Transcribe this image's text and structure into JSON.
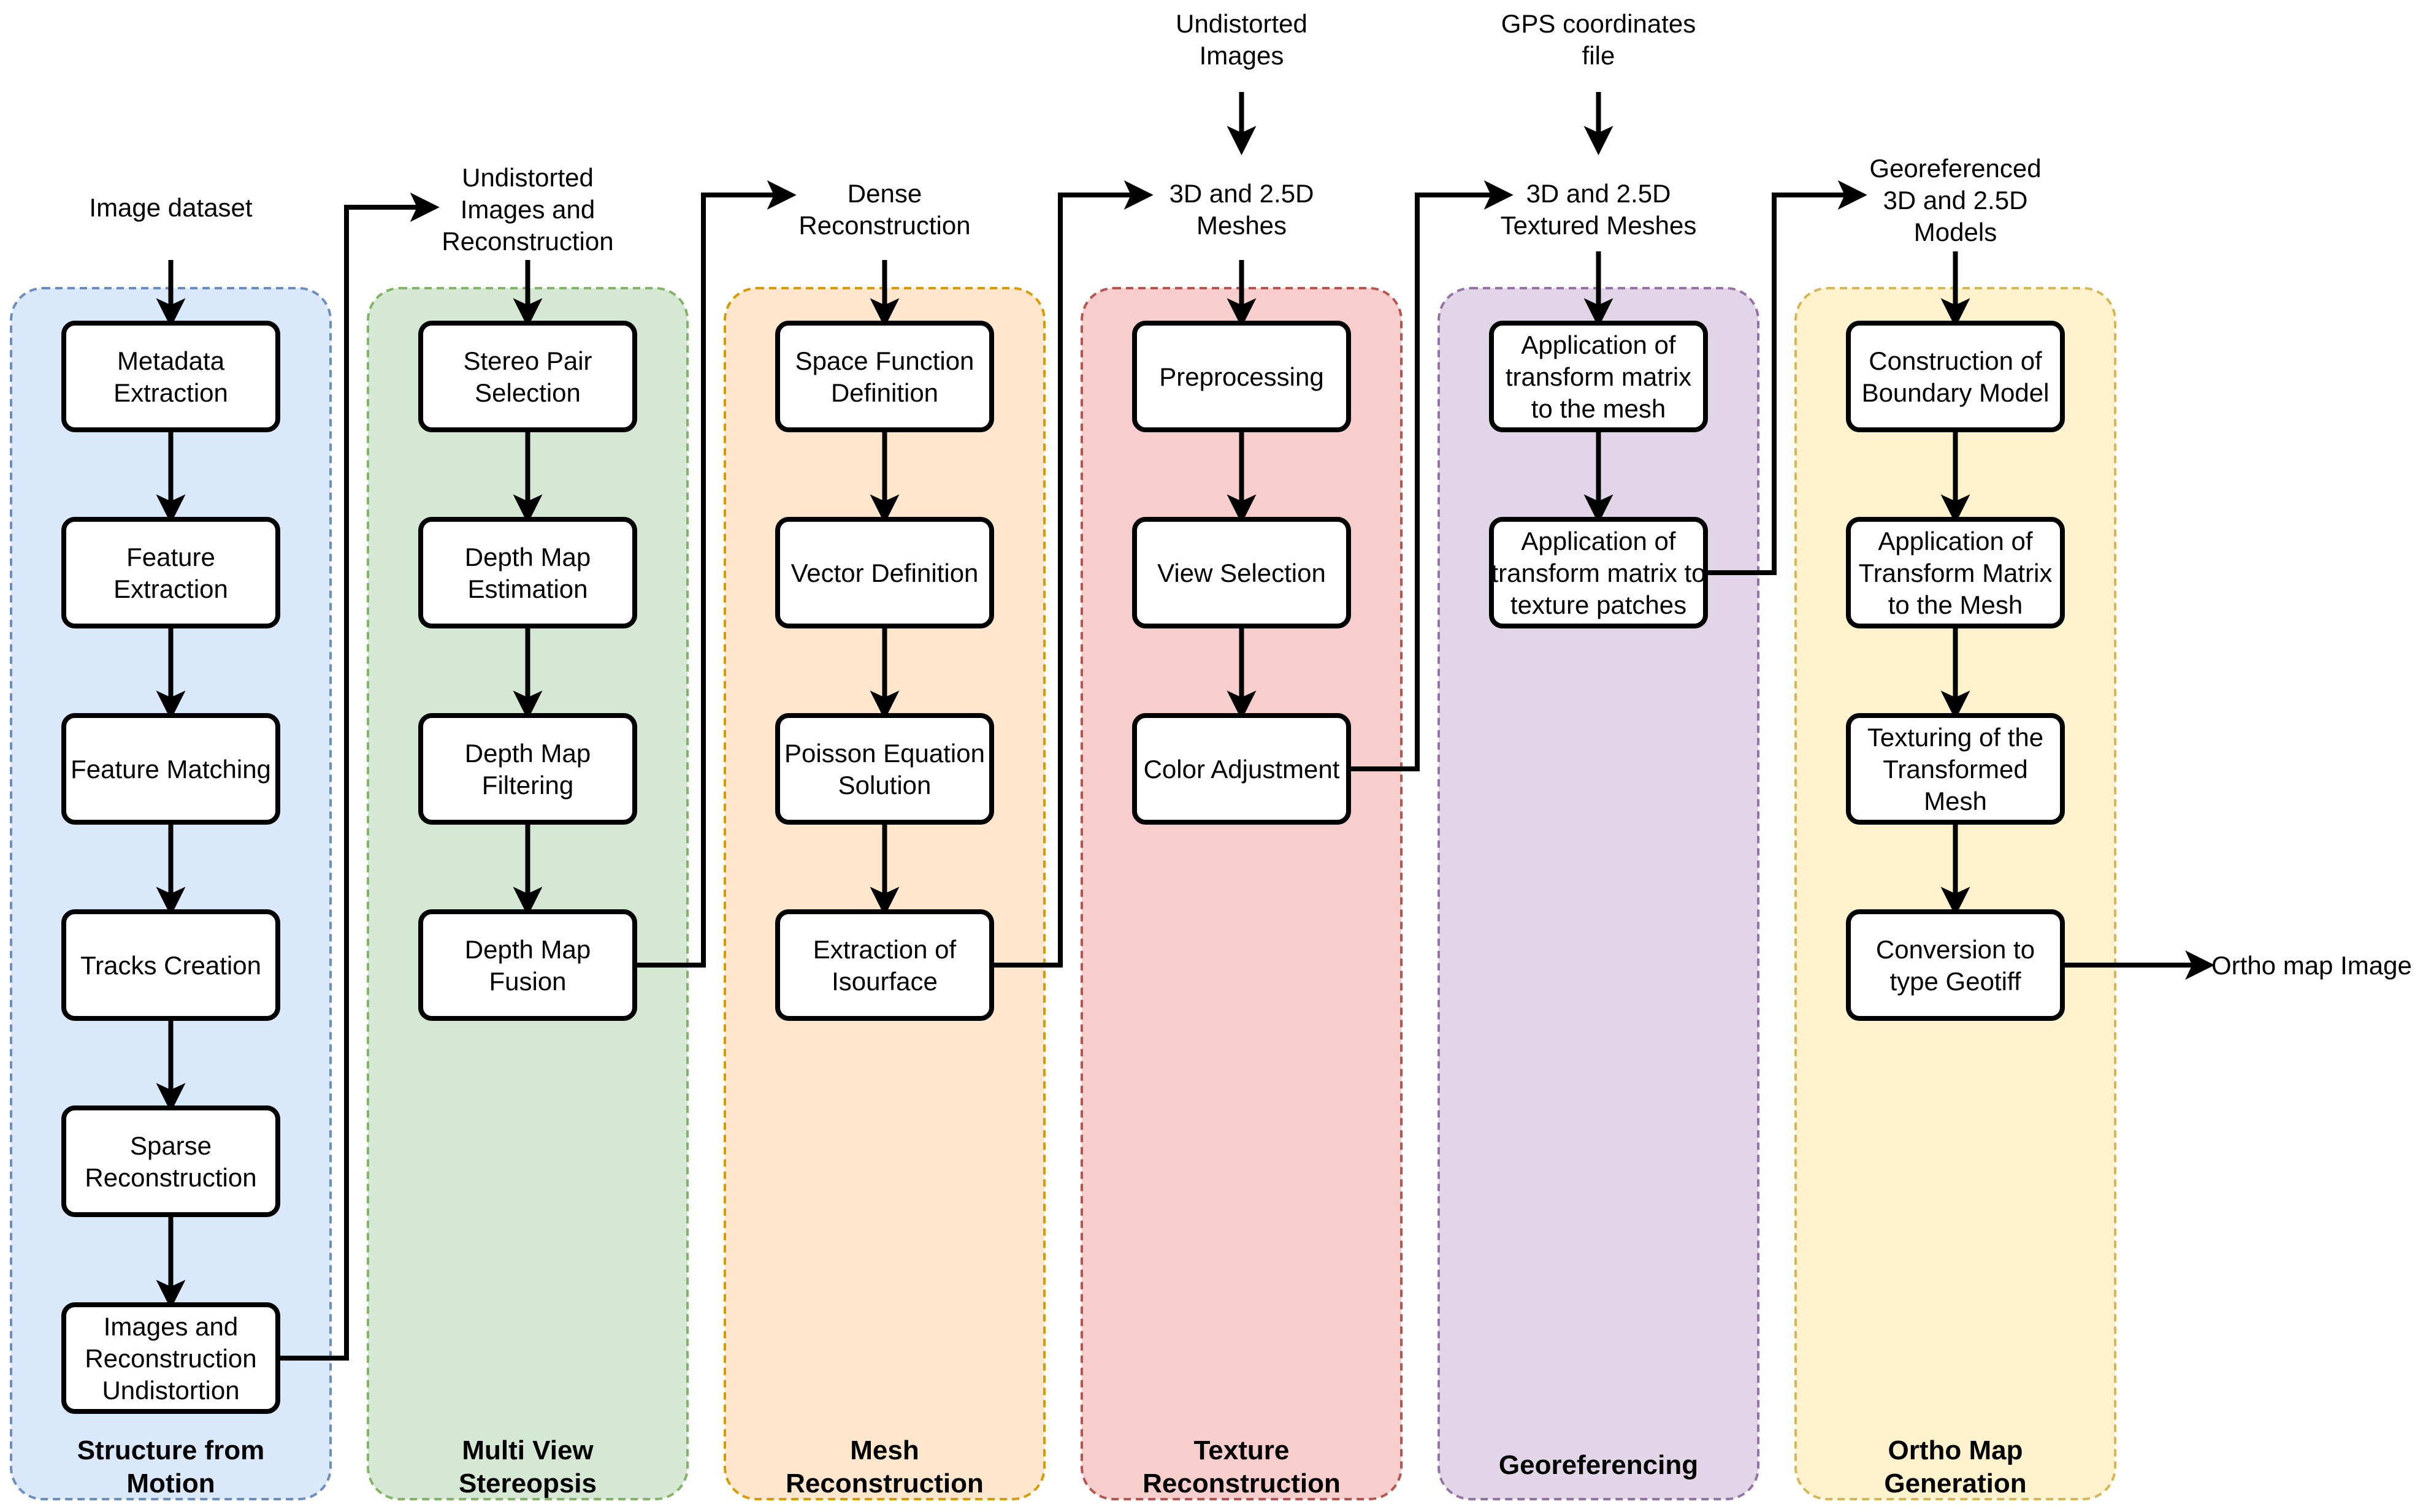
{
  "lanes": [
    {
      "id": "sfm",
      "title": [
        "Structure from",
        "Motion"
      ],
      "fill": "#dae8fc",
      "stroke": "#6c8ebf",
      "input_label": [
        "Image dataset"
      ],
      "steps": [
        [
          "Metadata",
          "Extraction"
        ],
        [
          "Feature",
          "Extraction"
        ],
        [
          "Feature Matching"
        ],
        [
          "Tracks Creation"
        ],
        [
          "Sparse",
          "Reconstruction"
        ],
        [
          "Images and",
          "Reconstruction",
          "Undistortion"
        ]
      ]
    },
    {
      "id": "mvs",
      "title": [
        "Multi View",
        "Stereopsis"
      ],
      "fill": "#d5e8d4",
      "stroke": "#82b366",
      "input_label": [
        "Undistorted",
        "Images and",
        "Reconstruction"
      ],
      "steps": [
        [
          "Stereo Pair",
          "Selection"
        ],
        [
          "Depth Map",
          "Estimation"
        ],
        [
          "Depth Map",
          "Filtering"
        ],
        [
          "Depth Map",
          "Fusion"
        ]
      ]
    },
    {
      "id": "mesh",
      "title": [
        "Mesh",
        "Reconstruction"
      ],
      "fill": "#ffe6cc",
      "stroke": "#d79b00",
      "input_label": [
        "Dense",
        "Reconstruction"
      ],
      "steps": [
        [
          "Space Function",
          "Definition"
        ],
        [
          "Vector Definition"
        ],
        [
          "Poisson Equation",
          "Solution"
        ],
        [
          "Extraction of",
          "Isourface"
        ]
      ]
    },
    {
      "id": "texture",
      "title": [
        "Texture",
        "Reconstruction"
      ],
      "fill": "#f8cecc",
      "stroke": "#b85450",
      "input_label": [
        "3D and 2.5D",
        "Meshes"
      ],
      "top_input_label": [
        "Undistorted",
        "Images"
      ],
      "steps": [
        [
          "Preprocessing"
        ],
        [
          "View Selection"
        ],
        [
          "Color Adjustment"
        ]
      ]
    },
    {
      "id": "geo",
      "title": [
        "Georeferencing"
      ],
      "fill": "#e1d5e7",
      "stroke": "#9673a6",
      "input_label": [
        "3D and 2.5D",
        "Textured Meshes"
      ],
      "top_input_label": [
        "GPS coordinates",
        "file"
      ],
      "steps": [
        [
          "Application of",
          "transform matrix",
          "to the mesh"
        ],
        [
          "Application of",
          "transform matrix to",
          "texture patches"
        ]
      ]
    },
    {
      "id": "ortho",
      "title": [
        "Ortho Map",
        "Generation"
      ],
      "fill": "#fff2cc",
      "stroke": "#d6b656",
      "input_label": [
        "Georeferenced",
        "3D and 2.5D",
        "Models"
      ],
      "steps": [
        [
          "Construction of",
          "Boundary Model"
        ],
        [
          "Application of",
          "Transform Matrix",
          "to the Mesh"
        ],
        [
          "Texturing of the",
          "Transformed",
          "Mesh"
        ],
        [
          "Conversion to",
          "type Geotiff"
        ]
      ]
    }
  ],
  "output_label": "Ortho map Image"
}
